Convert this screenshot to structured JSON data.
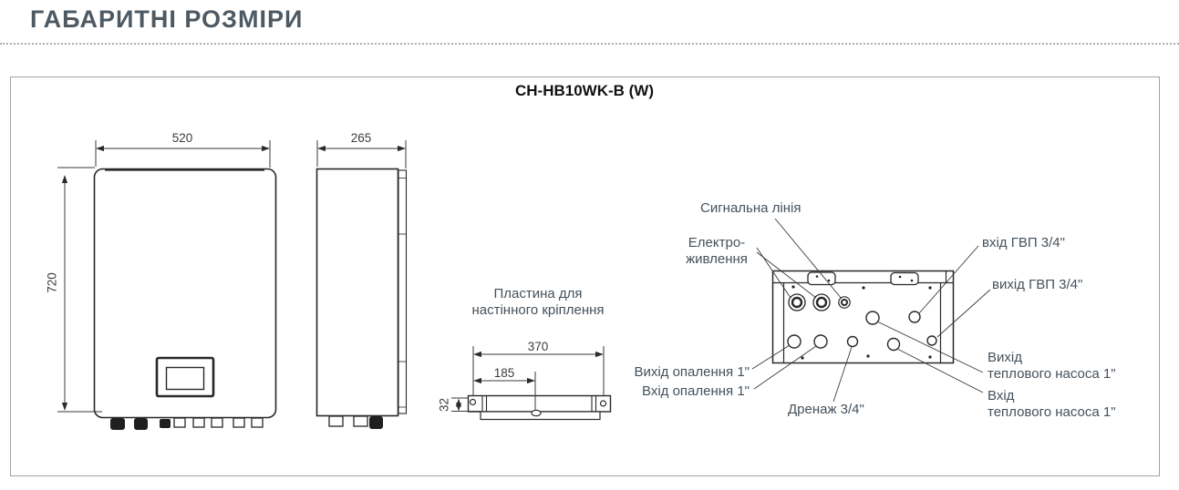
{
  "page": {
    "title": "ГАБАРИТНІ РОЗМІРИ"
  },
  "diagram": {
    "model": "CH-HB10WK-B (W)",
    "front_view": {
      "width_mm": "520",
      "height_mm": "720"
    },
    "side_view": {
      "depth_mm": "265"
    },
    "mounting_plate": {
      "caption_line1": "Пластина для",
      "caption_line2": "настінного кріплення",
      "width_mm": "370",
      "hole_spacing_mm": "185",
      "height_mm": "32"
    },
    "bottom_view": {
      "labels": {
        "signal_line": "Сигнальна лінія",
        "power_line1": "Електро-",
        "power_line2": "живлення",
        "dhw_inlet": "вхід ГВП 3/4\"",
        "dhw_outlet": "вихід ГВП 3/4\"",
        "heating_outlet": "Вихід опалення 1\"",
        "heating_inlet": "Вхід опалення 1\"",
        "drain": "Дренаж 3/4\"",
        "hp_outlet_line1": "Вихід",
        "hp_outlet_line2": "теплового насоса 1\"",
        "hp_inlet_line1": "Вхід",
        "hp_inlet_line2": "теплового насоса 1\""
      }
    },
    "colors": {
      "accent_text": "#4d5963",
      "label_text": "#45515b",
      "line": "#222222",
      "panel_border": "#a2a2a2"
    }
  }
}
